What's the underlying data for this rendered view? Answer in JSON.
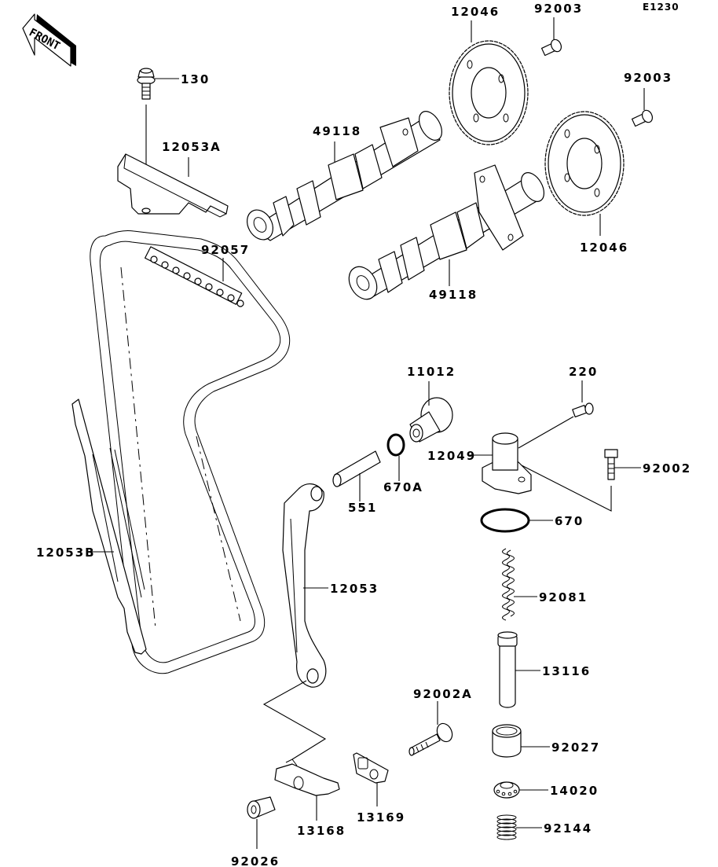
{
  "diagram": {
    "reference_code": "E1230",
    "front_indicator": "FRONT",
    "colors": {
      "line": "#000000",
      "background": "#ffffff"
    },
    "parts": [
      {
        "id": "cam-sprocket-upper",
        "number": "12046",
        "name": "camshaft sprocket"
      },
      {
        "id": "cam-sprocket-lower",
        "number": "12046",
        "name": "camshaft sprocket"
      },
      {
        "id": "sprocket-bolt-upper",
        "number": "92003",
        "name": "bolt"
      },
      {
        "id": "sprocket-bolt-lower",
        "number": "92003",
        "name": "bolt"
      },
      {
        "id": "guide-bolt",
        "number": "130",
        "name": "flanged bolt"
      },
      {
        "id": "upper-chain-guide",
        "number": "12053A",
        "name": "chain guide"
      },
      {
        "id": "camshaft-upper",
        "number": "49118",
        "name": "camshaft"
      },
      {
        "id": "camshaft-lower",
        "number": "49118",
        "name": "camshaft"
      },
      {
        "id": "cam-chain",
        "number": "92057",
        "name": "cam chain"
      },
      {
        "id": "tensioner-cap",
        "number": "11012",
        "name": "cap"
      },
      {
        "id": "tensioner-bolt-220",
        "number": "220",
        "name": "screw"
      },
      {
        "id": "tensioner-body",
        "number": "12049",
        "name": "tensioner body"
      },
      {
        "id": "tensioner-bolt",
        "number": "92002",
        "name": "bolt"
      },
      {
        "id": "o-ring-small",
        "number": "670A",
        "name": "o-ring"
      },
      {
        "id": "pin",
        "number": "551",
        "name": "pin"
      },
      {
        "id": "o-ring-large",
        "number": "670",
        "name": "o-ring"
      },
      {
        "id": "front-chain-guide",
        "number": "12053B",
        "name": "chain guide"
      },
      {
        "id": "tensioner-guide",
        "number": "12053",
        "name": "chain guide"
      },
      {
        "id": "spring-long",
        "number": "92081",
        "name": "spring"
      },
      {
        "id": "plunger",
        "number": "13116",
        "name": "rod"
      },
      {
        "id": "guide-bolt-a",
        "number": "92002A",
        "name": "bolt"
      },
      {
        "id": "collar",
        "number": "92027",
        "name": "collar"
      },
      {
        "id": "ball-nut",
        "number": "14020",
        "name": "retainer"
      },
      {
        "id": "spring-short",
        "number": "92144",
        "name": "spring"
      },
      {
        "id": "lever",
        "number": "13168",
        "name": "lever"
      },
      {
        "id": "plate",
        "number": "13169",
        "name": "plate"
      },
      {
        "id": "bushing",
        "number": "92026",
        "name": "spacer"
      }
    ]
  }
}
